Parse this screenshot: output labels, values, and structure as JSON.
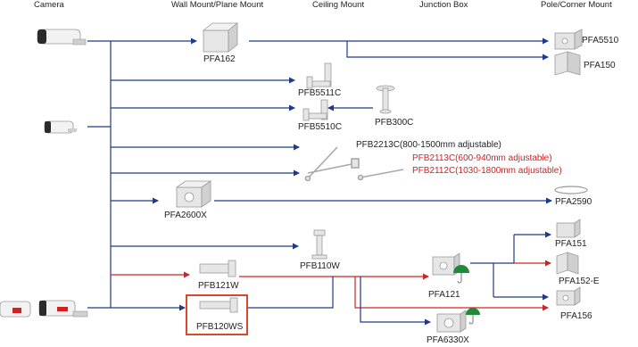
{
  "headers": {
    "camera": "Camera",
    "wall": "Wall Mount/Plane Mount",
    "ceiling": "Ceiling Mount",
    "junction": "Junction Box",
    "pole": "Pole/Corner Mount"
  },
  "labels": {
    "pfa162": "PFA162",
    "pfa5510": "PFA5510",
    "pfa150": "PFA150",
    "pfb5511c": "PFB5511C",
    "pfb5510c": "PFB5510C",
    "pfb300c": "PFB300C",
    "pfb2213c": "PFB2213C(800-1500mm adjustable)",
    "pfb2113c": "PFB2113C(600-940mm adjustable)",
    "pfb2112c": "PFB2112C(1030-1800mm adjustable)",
    "pfa2600x": "PFA2600X",
    "pfa2590": "PFA2590",
    "pfb110w": "PFB110W",
    "pfa151": "PFA151",
    "pfb121w": "PFB121W",
    "pfa121": "PFA121",
    "pfa152e": "PFA152-E",
    "pfb120ws": "PFB120WS",
    "pfa156": "PFA156",
    "pfa6330x": "PFA6330X"
  },
  "colors": {
    "navy": "#1f3a8a",
    "red": "#c62828",
    "highlight": "#d9482a",
    "umbrella": "#1f8a3a"
  }
}
